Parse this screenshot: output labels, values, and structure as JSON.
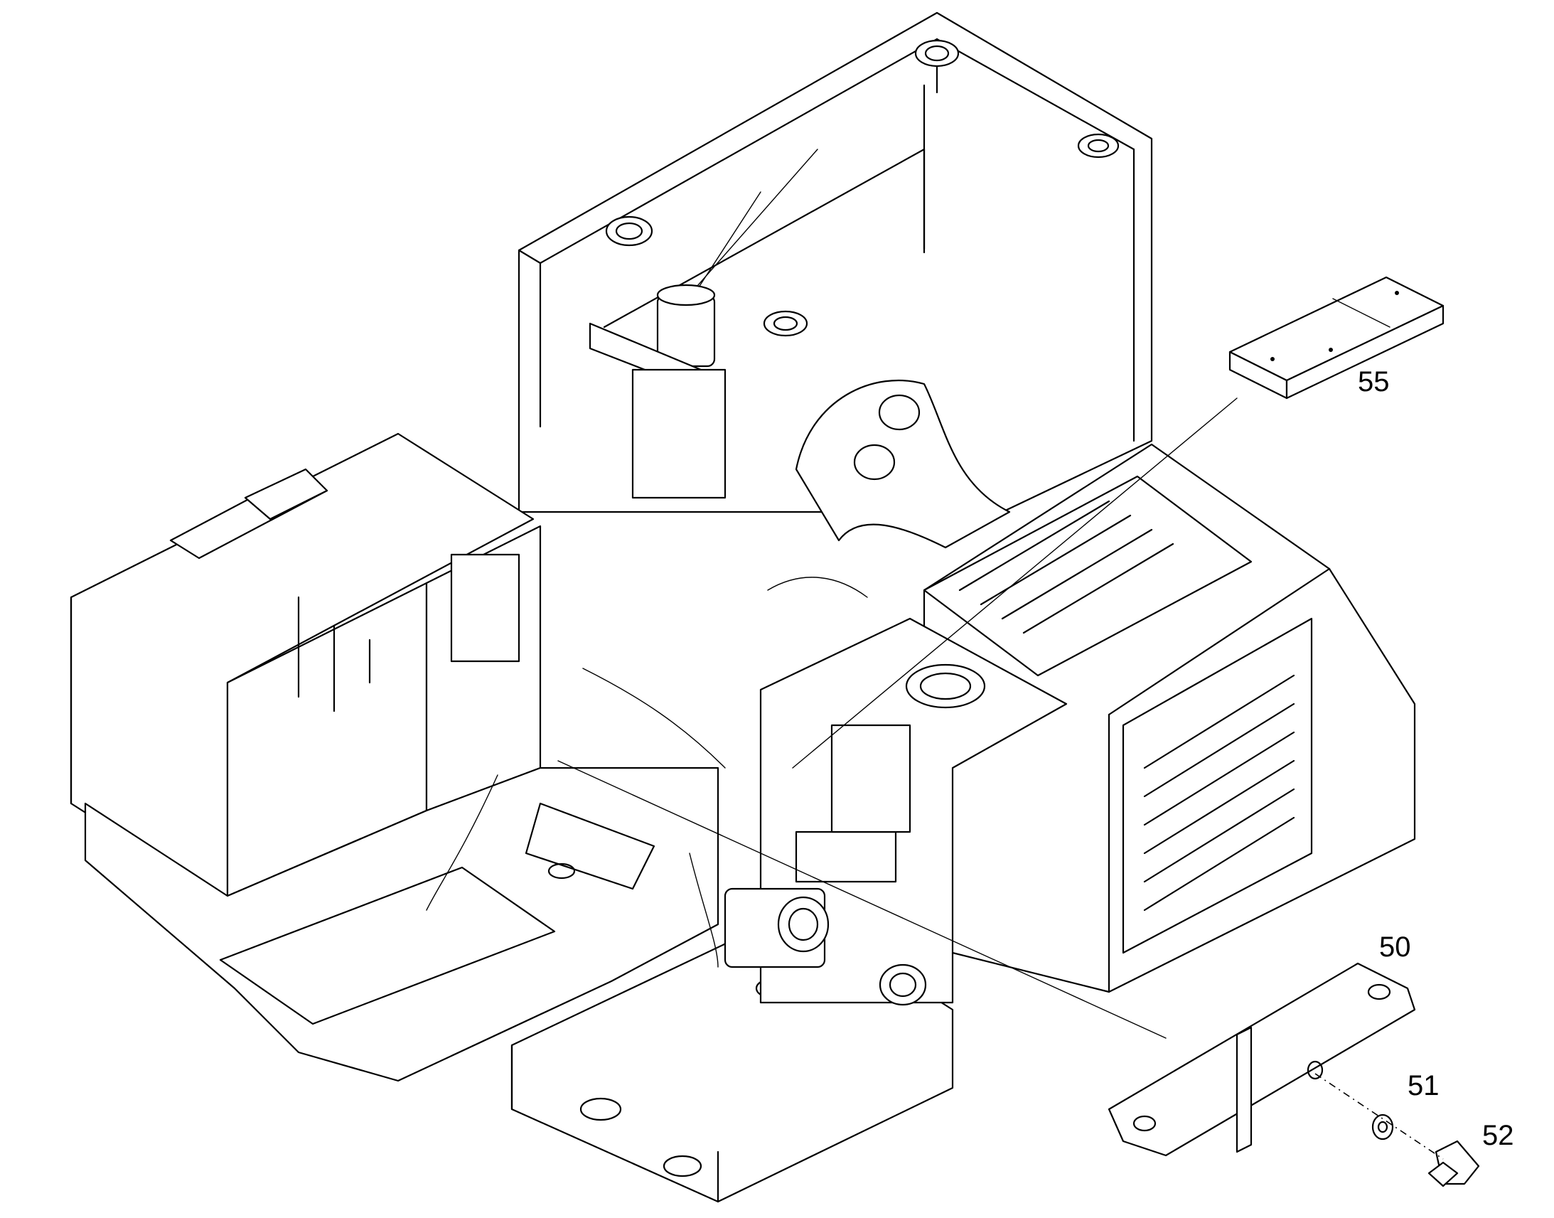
{
  "callouts": [
    {
      "id": "50",
      "label": "50"
    },
    {
      "id": "51",
      "label": "51"
    },
    {
      "id": "52",
      "label": "52"
    },
    {
      "id": "55",
      "label": "55"
    }
  ]
}
